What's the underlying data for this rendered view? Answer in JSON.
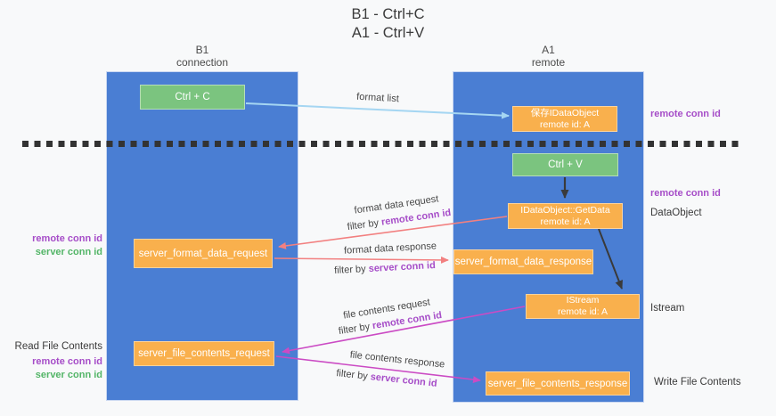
{
  "title": {
    "line1": "B1 - Ctrl+C",
    "line2": "A1 - Ctrl+V"
  },
  "lifelines": {
    "left": {
      "name": "B1",
      "role": "connection"
    },
    "right": {
      "name": "A1",
      "role": "remote"
    }
  },
  "boxes": {
    "ctrl_c": {
      "label": "Ctrl + C"
    },
    "ctrl_v": {
      "label": "Ctrl + V"
    },
    "save_dataobject": {
      "line1": "保存IDataObject",
      "line2": "remote id: A"
    },
    "getdata": {
      "line1": "IDataObject::GetData",
      "line2": "remote id: A"
    },
    "istream": {
      "line1": "IStream",
      "line2": "remote id: A"
    },
    "format_request": {
      "label": "server_format_data_request"
    },
    "format_response": {
      "label": "server_format_data_response"
    },
    "file_request": {
      "label": "server_file_contents_request"
    },
    "file_response": {
      "label": "server_file_contents_response"
    }
  },
  "flow_labels": {
    "format_list": "format list",
    "format_request": "format data request",
    "format_request_filter_prefix": "filter by ",
    "format_request_filter_key": "remote conn id",
    "format_response": "format data response",
    "format_response_filter_prefix": "filter by ",
    "format_response_filter_key": "server conn id",
    "file_request": "file contents request",
    "file_request_filter_prefix": "filter by ",
    "file_request_filter_key": "remote conn id",
    "file_response": "file contents response",
    "file_response_filter_prefix": "filter by ",
    "file_response_filter_key": "server conn id"
  },
  "side_labels": {
    "right_remote_conn_id_top": "remote conn id",
    "right_remote_conn_id_mid": "remote conn id",
    "right_dataobject": "DataObject",
    "right_istream": "Istream",
    "right_write_file_contents": "Write File Contents",
    "left_remote_conn_id_top": "remote conn id",
    "left_server_conn_id_top": "server conn id",
    "left_read_file_contents": "Read File Contents",
    "left_remote_conn_id_bottom": "remote conn id",
    "left_server_conn_id_bottom": "server conn id"
  },
  "colors": {
    "background": "#f8f9fa",
    "panel_blue": "#4a7ed3",
    "box_orange": "#f9b04d",
    "box_green": "#7bc47f",
    "remote_conn_purple": "#a64dc8",
    "server_conn_green": "#53b567",
    "arrow_salmon": "#f28080",
    "arrow_magenta": "#cb4bc4",
    "arrow_lightblue": "#a5d6f2",
    "arrow_black": "#3a3a3a",
    "dashed_separator": "#333333"
  }
}
